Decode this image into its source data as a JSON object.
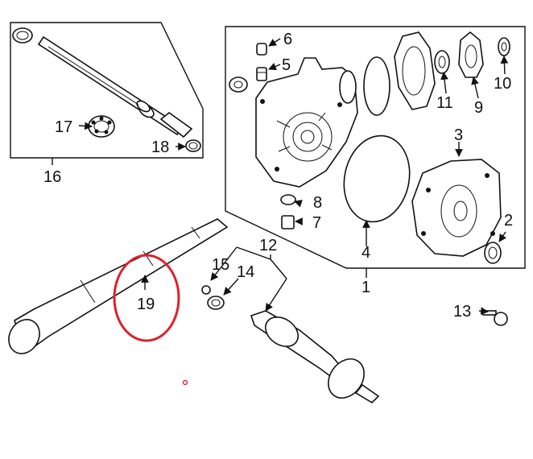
{
  "diagram": {
    "callouts": {
      "c1": "1",
      "c2": "2",
      "c3": "3",
      "c4": "4",
      "c5": "5",
      "c6": "6",
      "c7": "7",
      "c8": "8",
      "c9": "9",
      "c10": "10",
      "c11": "11",
      "c12": "12",
      "c13": "13",
      "c14": "14",
      "c15": "15",
      "c16": "16",
      "c17": "17",
      "c18": "18",
      "c19": "19"
    },
    "highlight_color": "#e0202a",
    "line_color": "#111111"
  }
}
